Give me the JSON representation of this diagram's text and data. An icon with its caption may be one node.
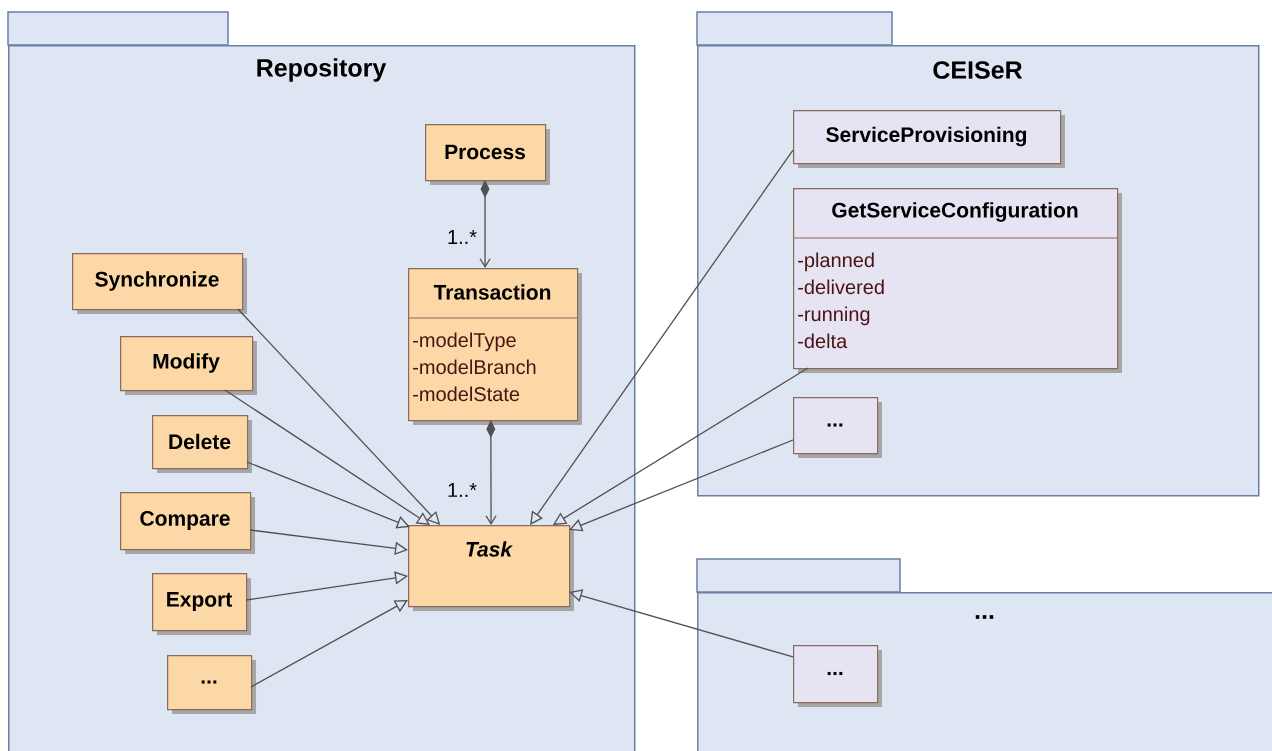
{
  "diagram": {
    "nodes": [
      {
        "text": [
          "Repository"
        ]
      },
      {
        "text": [
          "Process"
        ],
        "in": 0
      },
      {
        "text": [
          "Synchronize"
        ],
        "in": 0
      },
      {
        "text": [
          "Transaction",
          "-modelType",
          "-modelBranch",
          "-modelState"
        ],
        "in": 0
      },
      {
        "text": [
          "Modify"
        ],
        "in": 0
      },
      {
        "text": [
          "Delete"
        ],
        "in": 0
      },
      {
        "text": [
          "Compare"
        ],
        "in": 0
      },
      {
        "text": [
          "Export"
        ],
        "in": 0
      },
      {
        "text": [
          "..."
        ],
        "in": 0
      },
      {
        "text": [
          "Task"
        ],
        "in": 0
      },
      {
        "text": [
          "CEISeR"
        ]
      },
      {
        "text": [
          "ServiceProvisioning"
        ],
        "in": 10
      },
      {
        "text": [
          "GetServiceConfiguration",
          "-planned",
          "-delivered",
          "-running",
          "-delta"
        ],
        "in": 10
      },
      {
        "text": [
          "..."
        ],
        "in": 10
      },
      {
        "text": [
          "..."
        ]
      },
      {
        "text": [
          "..."
        ],
        "in": 14
      }
    ],
    "edges": [
      {
        "from": 1,
        "to": 3,
        "arrow": "to",
        "label": "1..*"
      },
      {
        "from": 3,
        "to": 9,
        "arrow": "to",
        "label": "1..*"
      },
      {
        "from": 2,
        "to": 9,
        "arrow": "to"
      },
      {
        "from": 4,
        "to": 9,
        "arrow": "to"
      },
      {
        "from": 5,
        "to": 9,
        "arrow": "to"
      },
      {
        "from": 6,
        "to": 9,
        "arrow": "to"
      },
      {
        "from": 7,
        "to": 9,
        "arrow": "to"
      },
      {
        "from": 8,
        "to": 9,
        "arrow": "to"
      },
      {
        "from": 11,
        "to": 9,
        "arrow": "to"
      },
      {
        "from": 12,
        "to": 9,
        "arrow": "to"
      },
      {
        "from": 13,
        "to": 9,
        "arrow": "to"
      },
      {
        "from": 15,
        "to": 9,
        "arrow": "to"
      }
    ]
  }
}
